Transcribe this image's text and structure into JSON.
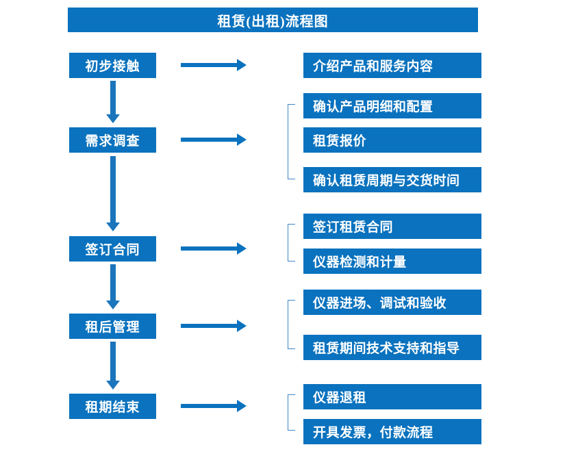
{
  "title": "租赁(出租)流程图",
  "theme": {
    "box_fill": "#0A72BE",
    "box_text": "#FFFFFF",
    "arrow": "#0A72BE",
    "vertical_arrow": "#1A75BC",
    "bracket": "#3D85C6",
    "background": "#FFFFFF"
  },
  "stages": [
    {
      "label": "初步接触"
    },
    {
      "label": "需求调查"
    },
    {
      "label": "签订合同"
    },
    {
      "label": "租后管理"
    },
    {
      "label": "租期结束"
    }
  ],
  "details": [
    {
      "label": "介绍产品和服务内容"
    },
    {
      "label": "确认产品明细和配置"
    },
    {
      "label": "租赁报价"
    },
    {
      "label": "确认租赁周期与交货时间"
    },
    {
      "label": "签订租赁合同"
    },
    {
      "label": "仪器检测和计量"
    },
    {
      "label": "仪器进场、调试和验收"
    },
    {
      "label": "租赁期间技术支持和指导"
    },
    {
      "label": "仪器退租"
    },
    {
      "label": "开具发票，付款流程"
    }
  ]
}
